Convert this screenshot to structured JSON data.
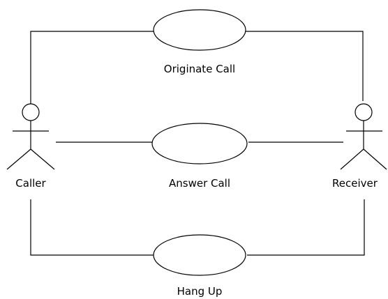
{
  "diagram": {
    "actors": [
      {
        "name": "Caller"
      },
      {
        "name": "Receiver"
      }
    ],
    "use_cases": [
      {
        "name": "Originate Call"
      },
      {
        "name": "Answer Call"
      },
      {
        "name": "Hang Up"
      }
    ]
  }
}
